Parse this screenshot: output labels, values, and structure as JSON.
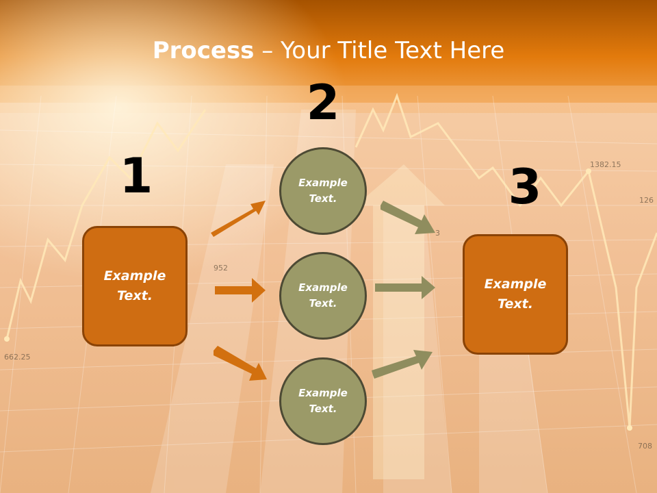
{
  "title": {
    "bold": "Process",
    "rest": " – Your Title Text Here"
  },
  "steps": {
    "n1": "1",
    "n2": "2",
    "n3": "3"
  },
  "boxes": {
    "left": "Example\nText.",
    "right": "Example\nText."
  },
  "circles": [
    "Example\nText.",
    "Example\nText.",
    "Example\nText."
  ],
  "background": {
    "labels": [
      "662.25",
      "952",
      "1382.15",
      "126",
      "708",
      "3"
    ]
  },
  "colors": {
    "box": "#cf6d12",
    "circle": "#9b9a68",
    "arrow_orange": "#d2700f",
    "arrow_olive": "#8f8d5e"
  }
}
